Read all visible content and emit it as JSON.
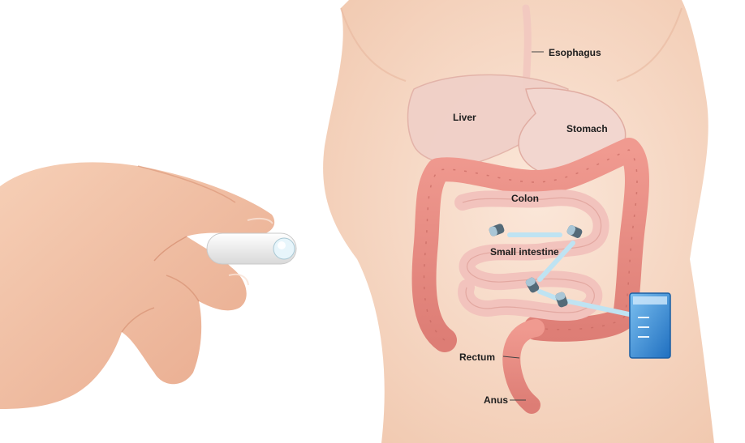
{
  "labels": {
    "esophagus": "Esophagus",
    "liver": "Liver",
    "stomach": "Stomach",
    "colon": "Colon",
    "small_intestine": "Small intestine",
    "rectum": "Rectum",
    "anus": "Anus"
  },
  "colors": {
    "skin": "#f7dcc9",
    "colon": "#e98d84",
    "colon_shadow": "#c86a63",
    "liver_stomach": "#f0d0c8",
    "small_intestine": "#f2c3bd",
    "capsule": "#f2f2f2",
    "capsule_tip": "#bfe3f2",
    "receiver": "#3f8fd6"
  }
}
